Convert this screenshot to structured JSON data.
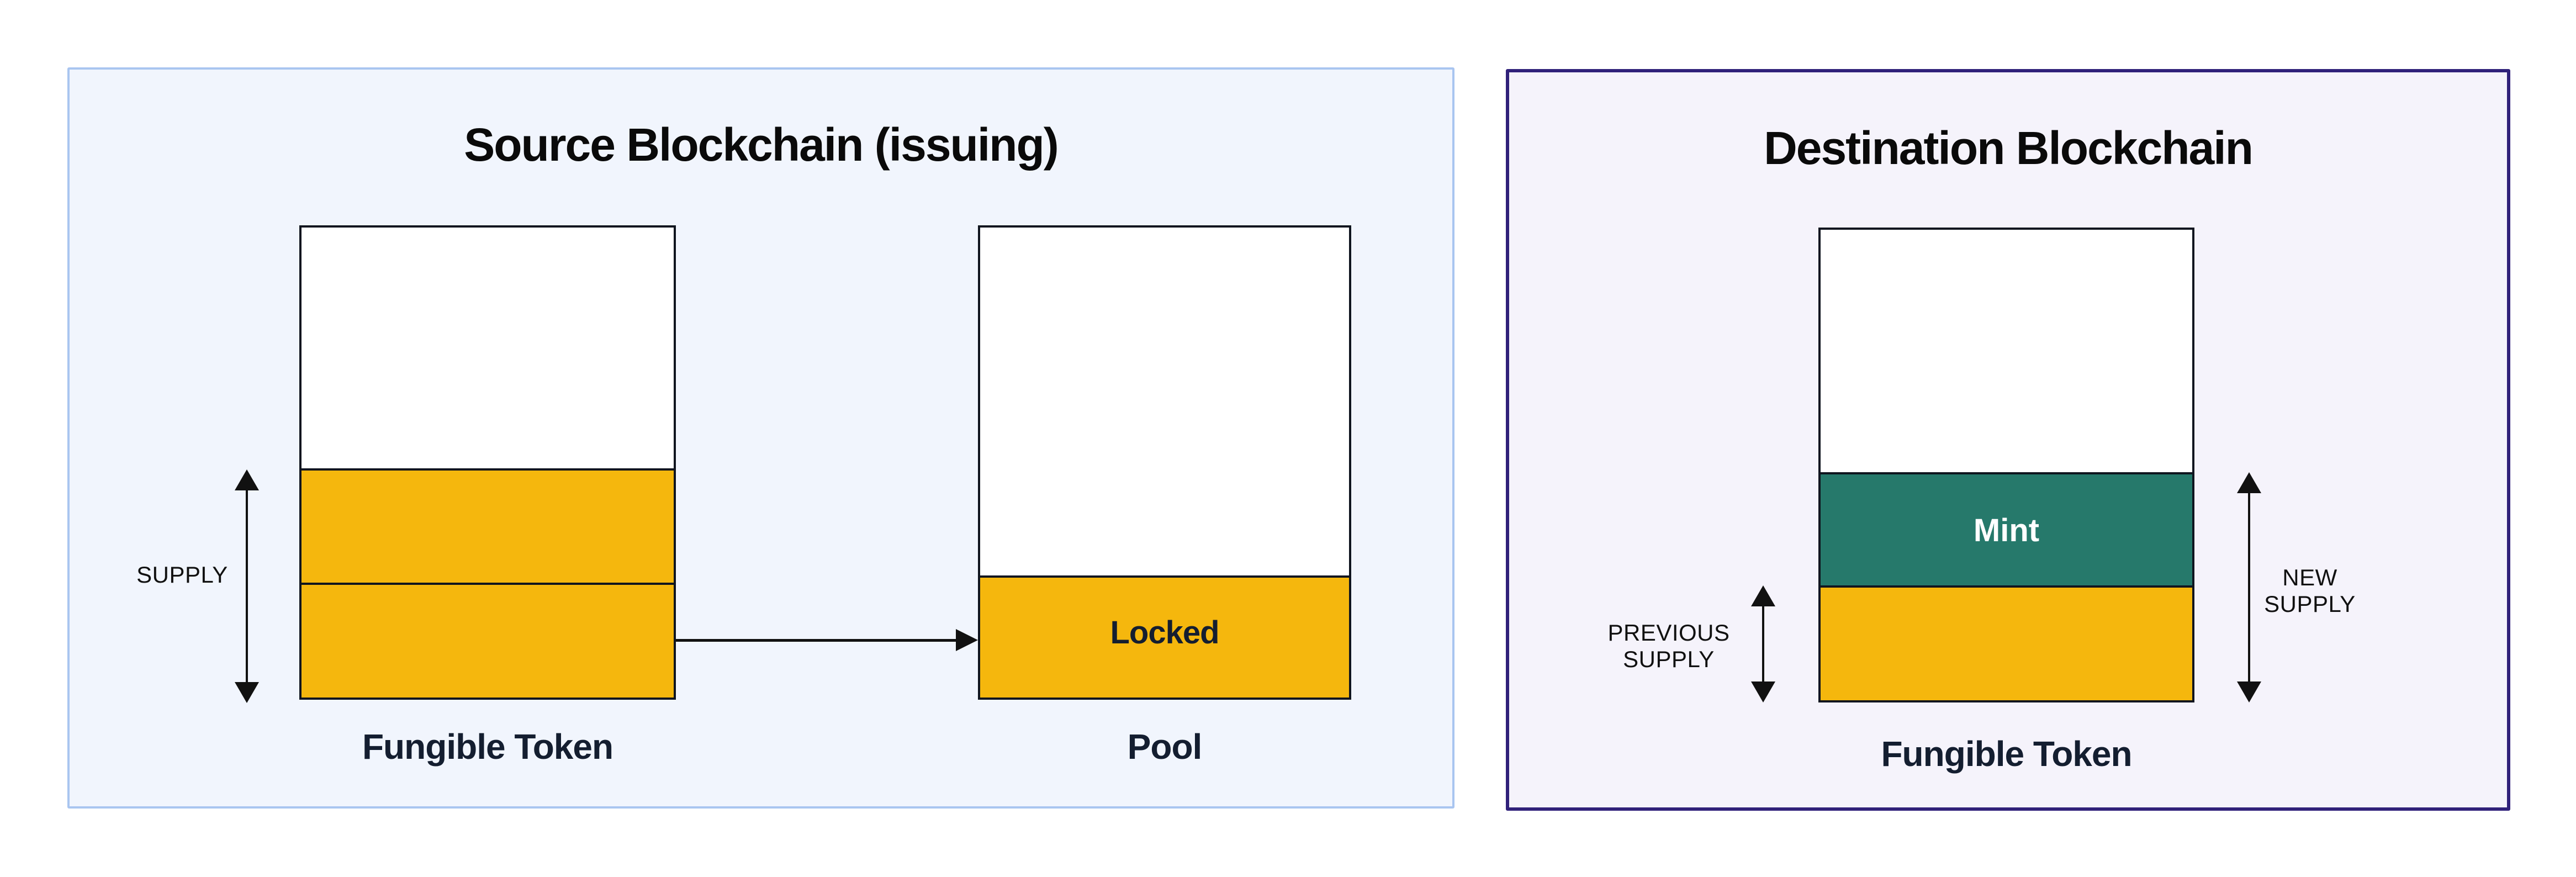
{
  "colors": {
    "page-bg": "#ffffff",
    "source-panel-bg": "#F1F5FD",
    "source-panel-border": "#A9C5F0",
    "dest-panel-bg": "#F5F3FB",
    "dest-panel-border": "#30217A",
    "token-yellow": "#F5B70D",
    "mint-teal": "#26796B",
    "box-border": "#10151F",
    "label-navy": "#141E30",
    "title-black": "#0A0A0A",
    "arrow-black": "#111111",
    "white": "#FFFFFF"
  },
  "source_panel": {
    "title": "Source Blockchain (issuing)",
    "supply_label": "SUPPLY",
    "fungible_token_label": "Fungible Token",
    "locked_label": "Locked",
    "pool_label": "Pool"
  },
  "destination_panel": {
    "title": "Destination Blockchain",
    "previous_supply_line1": "PREVIOUS",
    "previous_supply_line2": "SUPPLY",
    "new_supply_line1": "NEW",
    "new_supply_line2": "SUPPLY",
    "mint_label": "Mint",
    "fungible_token_label": "Fungible Token"
  }
}
